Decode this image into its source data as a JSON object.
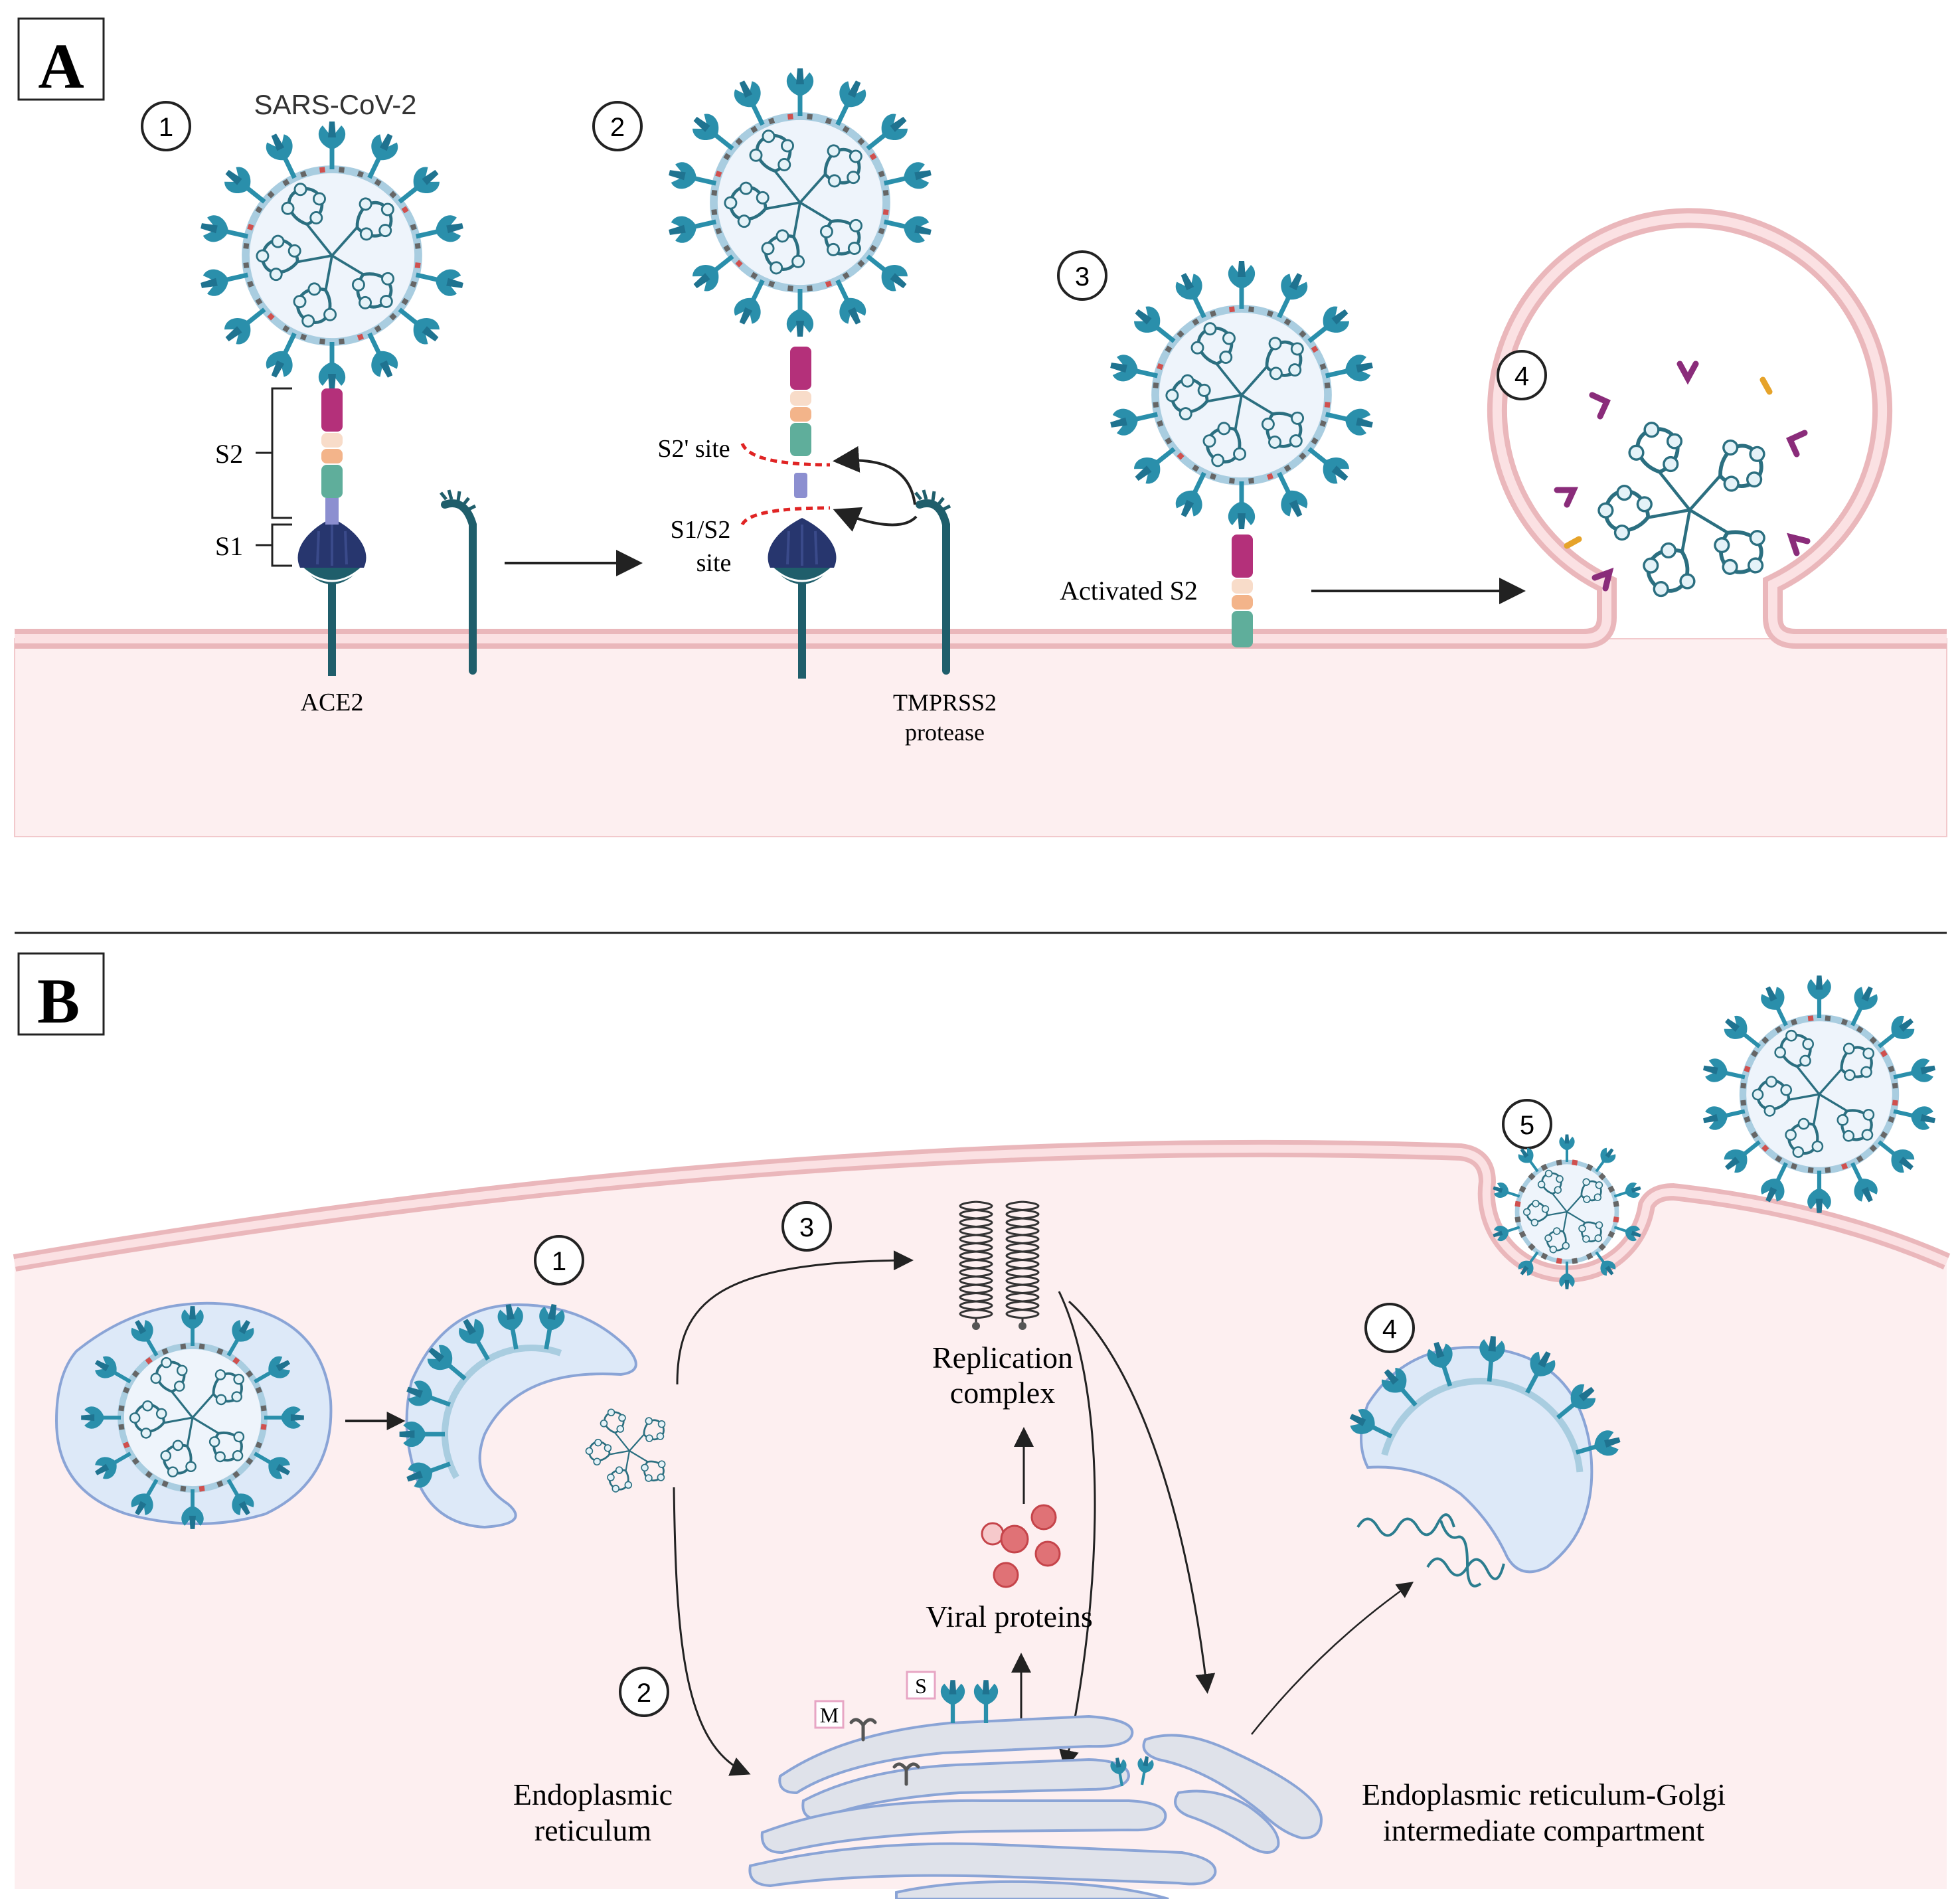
{
  "panel_a": {
    "label": "A",
    "virus_name": "SARS-CoV-2",
    "steps": [
      "1",
      "2",
      "3",
      "4"
    ],
    "s2_label": "S2",
    "s1_label": "S1",
    "ace2_label": "ACE2",
    "s2prime_site": "S2' site",
    "s1s2_site_line1": "S1/S2",
    "s1s2_site_line2": "site",
    "tmprss2_line1": "TMPRSS2",
    "tmprss2_line2": "protease",
    "activated_s2": "Activated S2"
  },
  "panel_b": {
    "label": "B",
    "steps": [
      "1",
      "2",
      "3",
      "4",
      "5"
    ],
    "replication_line1": "Replication",
    "replication_line2": "complex",
    "viral_proteins": "Viral proteins",
    "er_line1": "Endoplasmic",
    "er_line2": "reticulum",
    "ergic_line1": "Endoplasmic reticulum-Golgi",
    "ergic_line2": "intermediate compartment",
    "m_tag": "M",
    "s_tag": "S"
  },
  "colors": {
    "spike_teal": "#2a8fab",
    "membrane_pink": "#f2c9cc",
    "cytoplasm_pink": "#fdeff0",
    "receptor_dark": "#1f5e6b",
    "s1_navy": "#27366e",
    "s2_magenta": "#b4307a",
    "s2_peach": "#f3c6a7",
    "s2_green": "#5fae9b",
    "cleavage_red": "#e02424",
    "protein_red": "#e07276",
    "er_grey": "#dfe2ea",
    "vesicle_blue": "#dde9f8",
    "vesicle_edge": "#8aa4d6"
  }
}
